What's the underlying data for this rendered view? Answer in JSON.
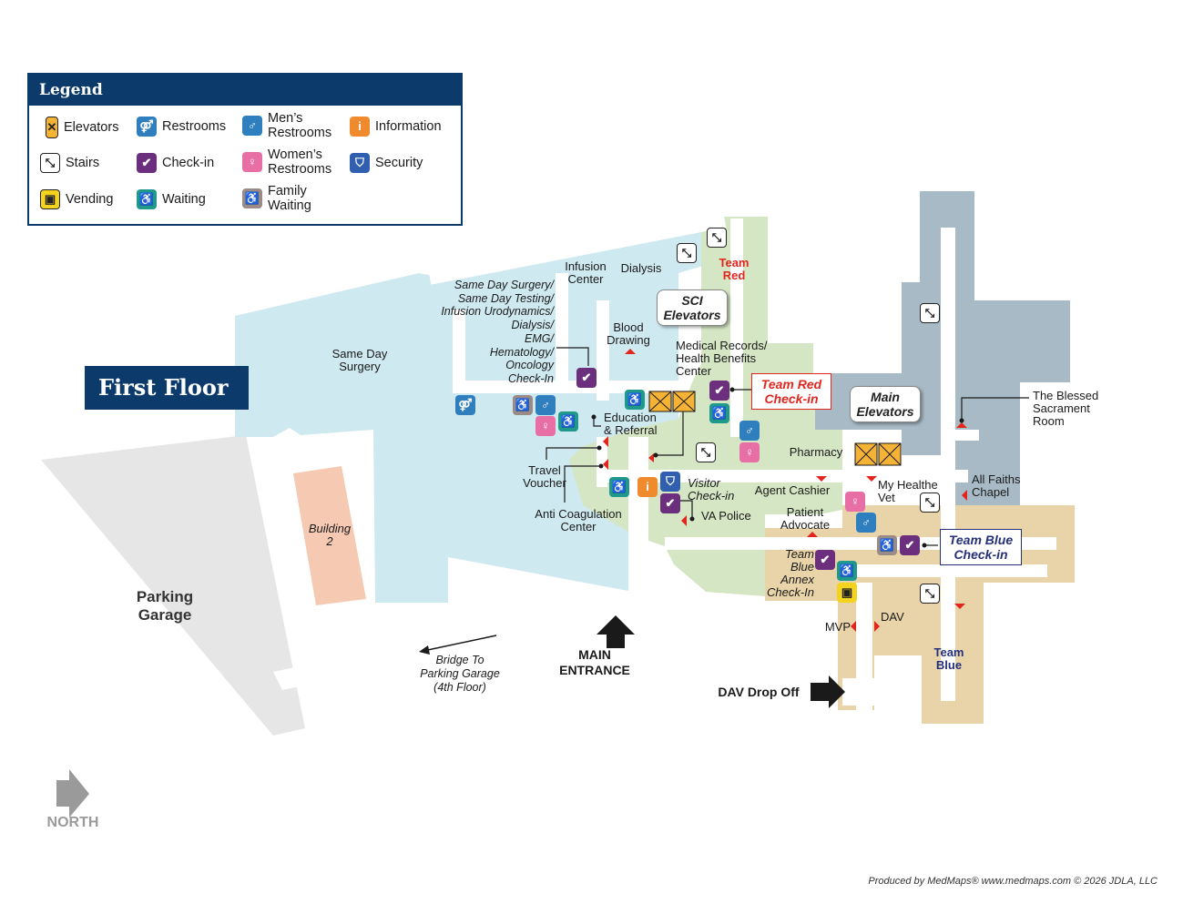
{
  "title": "First Floor",
  "legend": {
    "heading": "Legend",
    "items": [
      {
        "key": "elevators",
        "label": "Elevators",
        "icon": "elevator-icon",
        "color": "#f5b335"
      },
      {
        "key": "restrooms",
        "label": "Restrooms",
        "icon": "restrooms-icon",
        "color": "#2f7fbf"
      },
      {
        "key": "mens",
        "label": "Men’s\nRestrooms",
        "icon": "men-restroom-icon",
        "color": "#2f7fbf"
      },
      {
        "key": "information",
        "label": "Information",
        "icon": "information-icon",
        "color": "#f08a2e"
      },
      {
        "key": "stairs",
        "label": "Stairs",
        "icon": "stairs-icon",
        "color": "#ffffff"
      },
      {
        "key": "checkin",
        "label": "Check-in",
        "icon": "check-in-icon",
        "color": "#6b2f7d"
      },
      {
        "key": "womens",
        "label": "Women’s\nRestrooms",
        "icon": "women-restroom-icon",
        "color": "#e86ea6"
      },
      {
        "key": "security",
        "label": "Security",
        "icon": "security-icon",
        "color": "#2f5fae"
      },
      {
        "key": "vending",
        "label": "Vending",
        "icon": "vending-icon",
        "color": "#f4d31f"
      },
      {
        "key": "waiting",
        "label": "Waiting",
        "icon": "waiting-icon",
        "color": "#1f9a8a"
      },
      {
        "key": "family",
        "label": "Family\nWaiting",
        "icon": "family-waiting-icon",
        "color": "#9a8b86"
      }
    ]
  },
  "areas": {
    "same_day_surgery": "Same Day\nSurgery",
    "infusion_center": "Infusion\nCenter",
    "dialysis": "Dialysis",
    "team_red": "Team\nRed",
    "same_day_list": "Same Day Surgery/\nSame Day Testing/\nInfusion Urodynamics/\nDialysis/\nEMG/\nHematology/\nOncology\nCheck-In",
    "blood_drawing": "Blood\nDrawing",
    "medical_records": "Medical Records/\nHealth Benefits\nCenter",
    "education": "Education\n& Referral",
    "travel_voucher": "Travel\nVoucher",
    "anti_coag": "Anti Coagulation\nCenter",
    "visitor_checkin": "Visitor\nCheck-in",
    "va_police": "VA Police",
    "pharmacy": "Pharmacy",
    "agent_cashier": "Agent Cashier",
    "patient_advocate": "Patient\nAdvocate",
    "my_healthe_vet": "My Healthe\nVet",
    "team_blue_annex": "Team\nBlue\nAnnex\nCheck-In",
    "blessed_sacrament": "The Blessed\nSacrament\nRoom",
    "all_faiths": "All Faiths\nChapel",
    "mvp": "MVP",
    "dav": "DAV",
    "team_blue": "Team\nBlue",
    "building_2": "Building\n2",
    "parking_garage": "Parking\nGarage",
    "bridge": "Bridge To\nParking Garage\n(4th Floor)",
    "main_entrance": "MAIN\nENTRANCE",
    "dav_drop_off": "DAV Drop Off"
  },
  "callouts": {
    "sci_elevators": "SCI\nElevators",
    "main_elevators": "Main\nElevators",
    "team_red_checkin": "Team Red\nCheck-in",
    "team_blue_checkin": "Team Blue\nCheck-in"
  },
  "compass": "NORTH",
  "credit": "Produced by MedMaps®  www.medmaps.com   © 2026 JDLA, LLC",
  "colors": {
    "light_blue": "#cfe9f1",
    "green": "#d5e6c4",
    "tan": "#e8d4a8",
    "slate": "#a8bac6",
    "grey": "#e6e6e6",
    "building2": "#f6c9b3",
    "navy": "#0b3a6b",
    "red": "#e2261e"
  }
}
